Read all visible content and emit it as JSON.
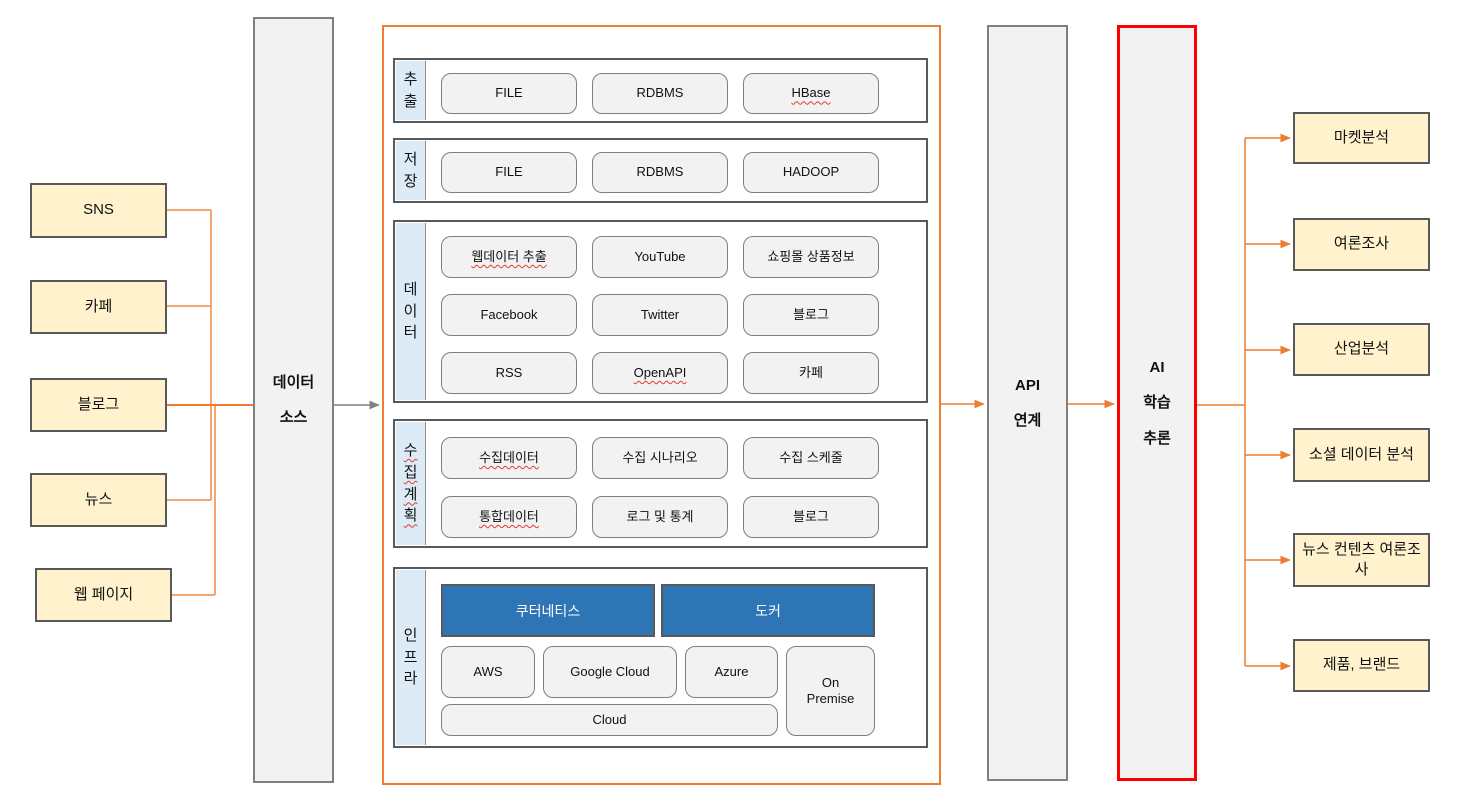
{
  "sources": {
    "items": [
      {
        "label": "SNS"
      },
      {
        "label": "카페"
      },
      {
        "label": "블로그"
      },
      {
        "label": "뉴스"
      },
      {
        "label": "웹 페이지"
      }
    ]
  },
  "data_source": {
    "line1": "데이터",
    "line2": "소스"
  },
  "pipeline": {
    "sections": {
      "extract": {
        "label": "추출",
        "items": [
          {
            "label": "FILE"
          },
          {
            "label": "RDBMS"
          },
          {
            "label": "HBase"
          }
        ]
      },
      "store": {
        "label": "저장",
        "items": [
          {
            "label": "FILE"
          },
          {
            "label": "RDBMS"
          },
          {
            "label": "HADOOP"
          }
        ]
      },
      "data": {
        "label": "데이터",
        "items": [
          {
            "label": "웹데이터 추출"
          },
          {
            "label": "YouTube"
          },
          {
            "label": "쇼핑몰 상품정보"
          },
          {
            "label": "Facebook"
          },
          {
            "label": "Twitter"
          },
          {
            "label": "블로그"
          },
          {
            "label": "RSS"
          },
          {
            "label": "OpenAPI"
          },
          {
            "label": "카페"
          }
        ]
      },
      "plan": {
        "label": "수집계획",
        "items": [
          {
            "label": "수집데이터"
          },
          {
            "label": "수집 시나리오"
          },
          {
            "label": "수집 스케줄"
          },
          {
            "label": "통합데이터"
          },
          {
            "label": "로그 및 통계"
          },
          {
            "label": "블로그"
          }
        ]
      },
      "infra": {
        "label": "인프라",
        "platforms": [
          {
            "label": "쿠터네티스"
          },
          {
            "label": "도커"
          }
        ],
        "clouds": [
          {
            "label": "AWS"
          },
          {
            "label": "Google Cloud"
          },
          {
            "label": "Azure"
          },
          {
            "label": "On Premise"
          },
          {
            "label": "Cloud"
          }
        ]
      }
    }
  },
  "api_link": {
    "line1": "API",
    "line2": "연계"
  },
  "ai": {
    "line1": "AI",
    "line2": "학습",
    "line3": "추론"
  },
  "outputs": {
    "items": [
      {
        "label": "마켓분석"
      },
      {
        "label": "여론조사"
      },
      {
        "label": "산업분석"
      },
      {
        "label": "소셜 데이터 분석"
      },
      {
        "label": "뉴스 컨텐츠 여론조사"
      },
      {
        "label": "제품, 브랜드"
      }
    ]
  },
  "colors": {
    "accent_orange": "#ED7D31",
    "accent_red": "#FF0000",
    "source_fill": "#FFF2CC",
    "panel_fill": "#F2F2F2",
    "label_fill": "#DDEBF7",
    "platform_blue": "#2E75B6"
  }
}
